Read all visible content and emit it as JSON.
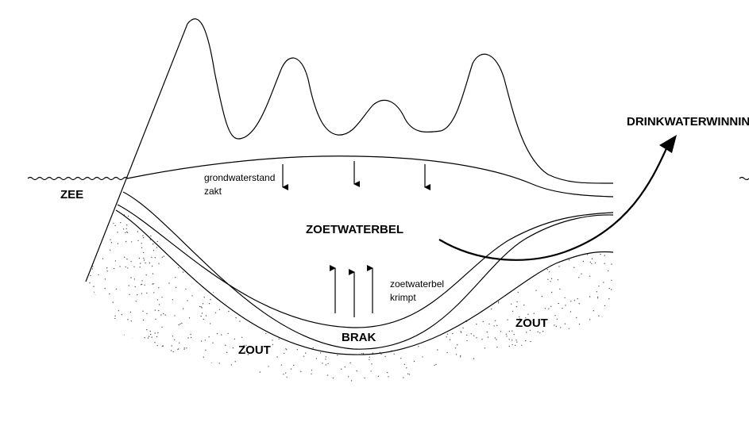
{
  "labels": {
    "sea": "ZEE",
    "drinking_water": "DRINKWATERWINNING",
    "groundwater_line1": "grondwaterstand",
    "groundwater_line2": "zakt",
    "fresh_water_lens": "ZOETWATERBEL",
    "lens_shrinks_line1": "zoetwaterbel",
    "lens_shrinks_line2": "krimpt",
    "brackish": "BRAK",
    "salt_left": "ZOUT",
    "salt_right": "ZOUT"
  },
  "icons": {
    "down_arrow": "arrow-down-icon",
    "up_arrow": "arrow-up-icon",
    "sea_wave": "wave-icon"
  }
}
